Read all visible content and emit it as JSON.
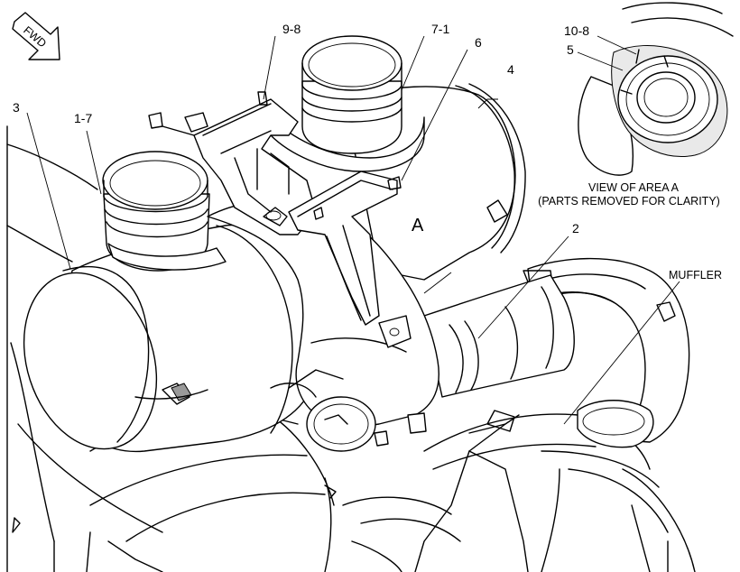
{
  "fwd_label": "FWD",
  "area_letter": "A",
  "callouts": {
    "c_9_8": "9-8",
    "c_7_1": "7-1",
    "c_6": "6",
    "c_4": "4",
    "c_3": "3",
    "c_1_7": "1-7",
    "c_2": "2",
    "c_10_8": "10-8",
    "c_5": "5",
    "muffler": "MUFFLER"
  },
  "view_caption": {
    "line1": "VIEW OF AREA A",
    "line2": "(PARTS REMOVED FOR CLARITY)"
  }
}
